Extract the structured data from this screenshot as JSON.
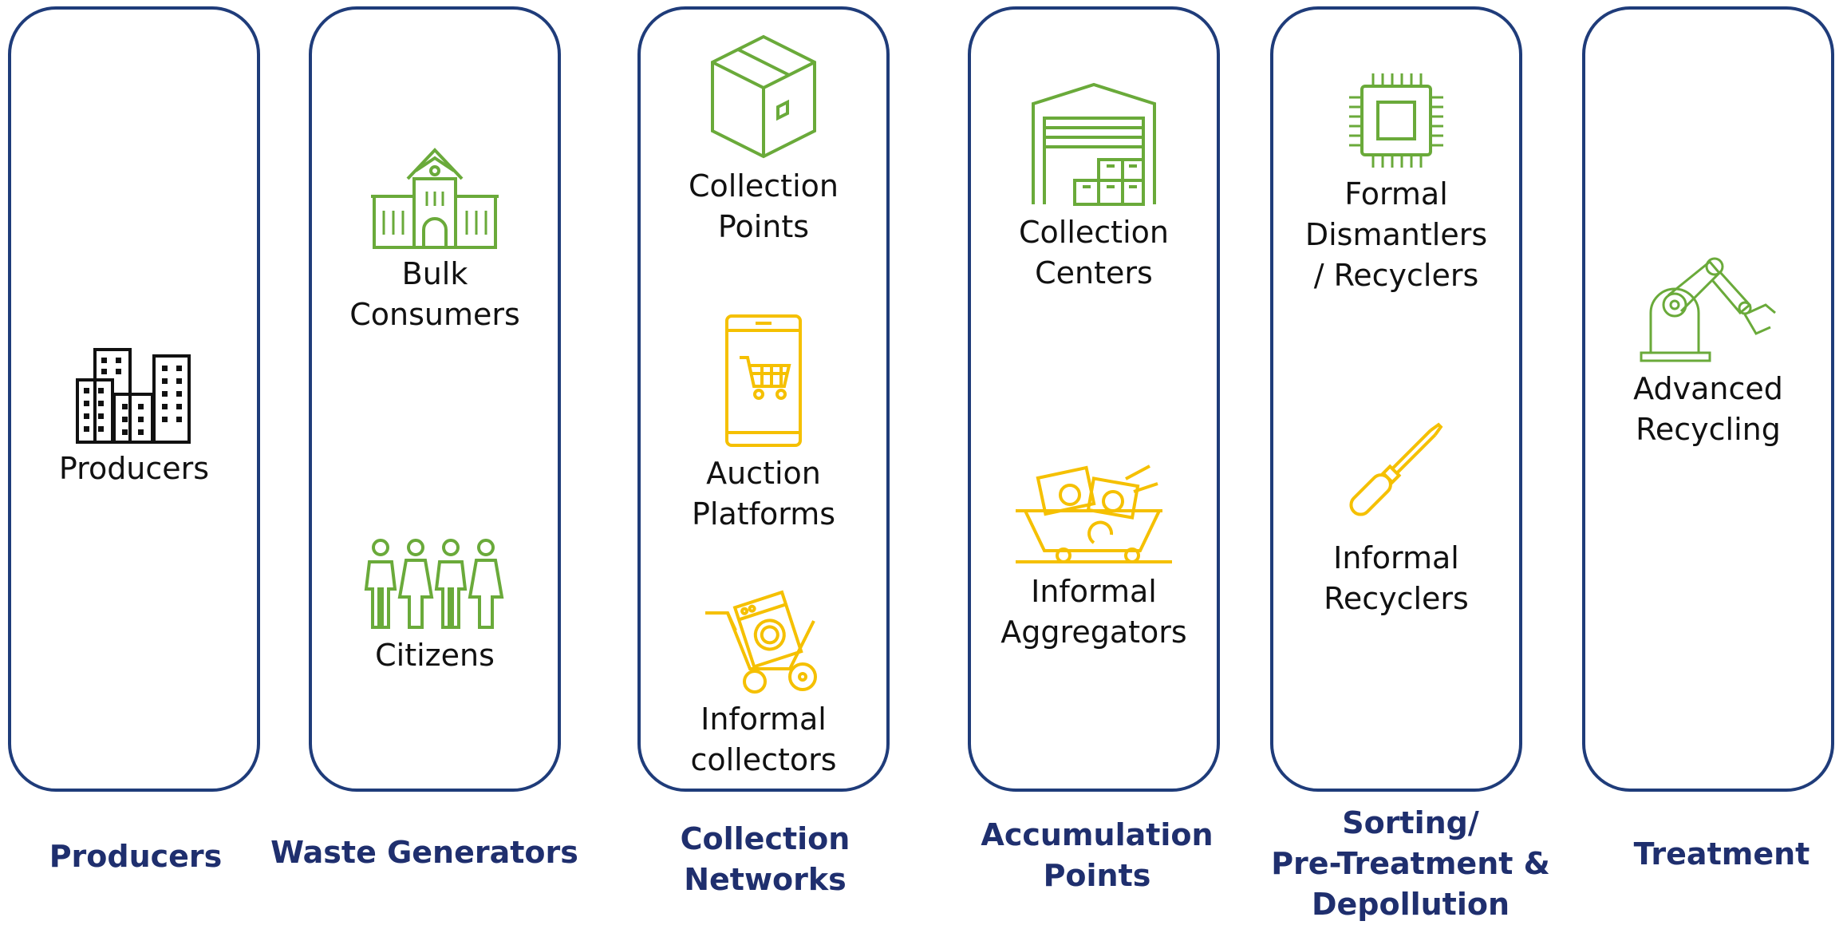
{
  "colors": {
    "border": "#1f3c7a",
    "stage_text": "#1f2f6e",
    "green": "#6aaa3a",
    "yellow": "#f5c000",
    "black": "#111111"
  },
  "columns": [
    {
      "items": [
        {
          "label": "Producers",
          "icon": "buildings-icon"
        }
      ]
    },
    {
      "items": [
        {
          "label": "Bulk\nConsumers",
          "icon": "institution-building-icon"
        },
        {
          "label": "Citizens",
          "icon": "people-group-icon"
        }
      ]
    },
    {
      "items": [
        {
          "label": "Collection\nPoints",
          "icon": "box-icon"
        },
        {
          "label": "Auction\nPlatforms",
          "icon": "smartphone-cart-icon"
        },
        {
          "label": "Informal\ncollectors",
          "icon": "cart-washing-machine-icon"
        }
      ]
    },
    {
      "items": [
        {
          "label": "Collection\nCenters",
          "icon": "warehouse-icon"
        },
        {
          "label": "Informal\nAggregators",
          "icon": "scrap-cart-icon"
        }
      ]
    },
    {
      "items": [
        {
          "label": "Formal\nDismantlers\n/ Recyclers",
          "icon": "chip-icon"
        },
        {
          "label": "Informal\nRecyclers",
          "icon": "screwdriver-icon"
        }
      ]
    },
    {
      "items": [
        {
          "label": "Advanced\nRecycling",
          "icon": "robot-arm-icon"
        }
      ]
    }
  ],
  "stages": [
    "Producers",
    "Waste Generators",
    "Collection\nNetworks",
    "Accumulation\nPoints",
    "Sorting/\nPre-Treatment &\nDepollution",
    "Treatment"
  ]
}
